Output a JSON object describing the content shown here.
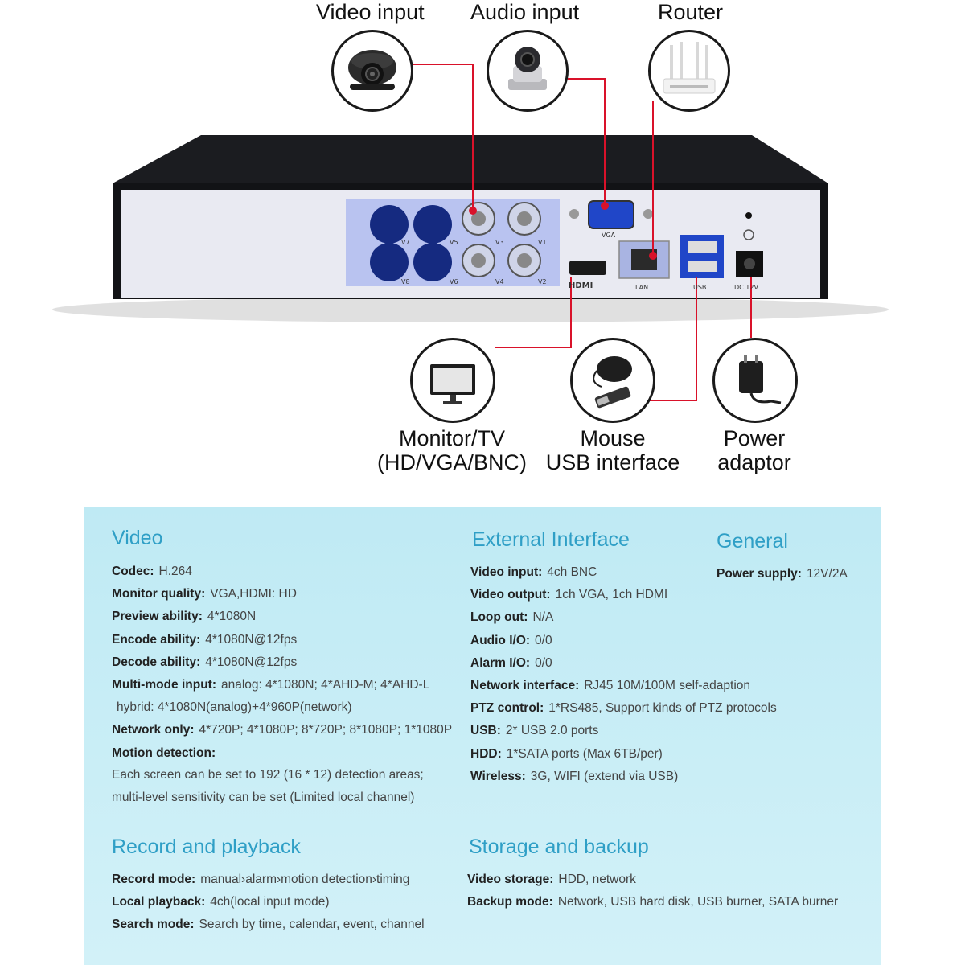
{
  "devices_top": [
    {
      "label": "Video input"
    },
    {
      "label": "Audio input"
    },
    {
      "label": "Router"
    }
  ],
  "devices_bottom": [
    {
      "line1": "Monitor/TV",
      "line2": "(HD/VGA/BNC)"
    },
    {
      "line1": "Mouse",
      "line2": "USB interface"
    },
    {
      "line1": "Power",
      "line2": "adaptor"
    }
  ],
  "panel_labels": {
    "v7": "V7",
    "v5": "V5",
    "v3": "V3",
    "v1": "V1",
    "v8": "V8",
    "v6": "V6",
    "v4": "V4",
    "v2": "V2",
    "vga": "VGA",
    "hdmi": "HDMI",
    "lan": "LAN",
    "usb": "USB",
    "dc": "DC 12V"
  },
  "colors": {
    "connector_line": "#d9122a",
    "section_title": "#2f9fc6",
    "spec_panel_bg": "#c8eef6"
  },
  "specs": {
    "video": {
      "title": "Video",
      "rows": [
        {
          "k": "Codec:",
          "v": "H.264"
        },
        {
          "k": "Monitor quality:",
          "v": "VGA,HDMI: HD"
        },
        {
          "k": "Preview ability:",
          "v": "4*1080N"
        },
        {
          "k": "Encode ability:",
          "v": "4*1080N@12fps"
        },
        {
          "k": "Decode ability:",
          "v": "4*1080N@12fps"
        },
        {
          "k": "Multi-mode input:",
          "v": "analog: 4*1080N; 4*AHD-M; 4*AHD-L"
        },
        {
          "k": "",
          "v": "hybrid: 4*1080N(analog)+4*960P(network)"
        },
        {
          "k": "Network only:",
          "v": "4*720P; 4*1080P; 8*720P; 8*1080P; 1*1080P"
        },
        {
          "k": "Motion detection:",
          "v": ""
        }
      ],
      "motion_text_1": "Each screen can be set to 192 (16 * 12) detection areas;",
      "motion_text_2": "multi-level sensitivity can be set (Limited local channel)"
    },
    "external": {
      "title": "External Interface",
      "rows": [
        {
          "k": "Video input:",
          "v": "4ch BNC"
        },
        {
          "k": "Video output:",
          "v": "1ch VGA, 1ch HDMI"
        },
        {
          "k": "Loop out:",
          "v": "N/A"
        },
        {
          "k": "Audio I/O:",
          "v": "0/0"
        },
        {
          "k": "Alarm I/O:",
          "v": "0/0"
        },
        {
          "k": "Network interface:",
          "v": "RJ45 10M/100M self-adaption"
        },
        {
          "k": "PTZ control:",
          "v": "1*RS485, Support kinds of PTZ protocols"
        },
        {
          "k": "USB:",
          "v": "2* USB 2.0 ports"
        },
        {
          "k": "HDD:",
          "v": "1*SATA ports (Max 6TB/per)"
        },
        {
          "k": "Wireless:",
          "v": "3G, WIFI (extend via USB)"
        }
      ]
    },
    "general": {
      "title": "General",
      "rows": [
        {
          "k": "Power supply:",
          "v": "12V/2A"
        }
      ]
    },
    "record": {
      "title": "Record and playback",
      "rows": [
        {
          "k": "Record mode:",
          "v": "manual›alarm›motion detection›timing"
        },
        {
          "k": "Local playback:",
          "v": "4ch(local input mode)"
        },
        {
          "k": "Search mode:",
          "v": "Search by time, calendar, event, channel"
        }
      ]
    },
    "storage": {
      "title": "Storage and backup",
      "rows": [
        {
          "k": "Video storage:",
          "v": "HDD, network"
        },
        {
          "k": "Backup mode:",
          "v": "Network, USB hard disk, USB burner, SATA burner"
        }
      ]
    }
  }
}
